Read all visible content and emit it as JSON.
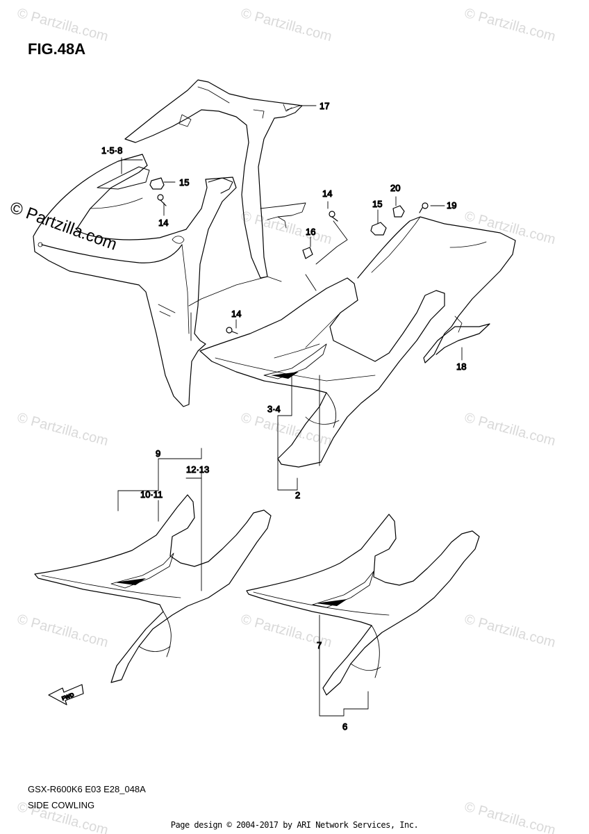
{
  "figure_title": "FIG.48A",
  "model_code": "GSX-R600K6 E03 E28_048A",
  "section_name": "SIDE COWLING",
  "footer": "Page design © 2004-2017 by ARI Network Services, Inc.",
  "brand_watermark": "© Partzilla.com",
  "fwd_label": "FWD",
  "watermark_text": "© Partzilla.com",
  "callouts": {
    "c1_5_8": "1·5·8",
    "c2": "2",
    "c3_4": "3·4",
    "c6": "6",
    "c7": "7",
    "c9": "9",
    "c10_11": "10·11",
    "c12_13": "12·13",
    "c14a": "14",
    "c14b": "14",
    "c14c": "14",
    "c15a": "15",
    "c15b": "15",
    "c16": "16",
    "c17": "17",
    "c18": "18",
    "c19": "19",
    "c20": "20"
  }
}
